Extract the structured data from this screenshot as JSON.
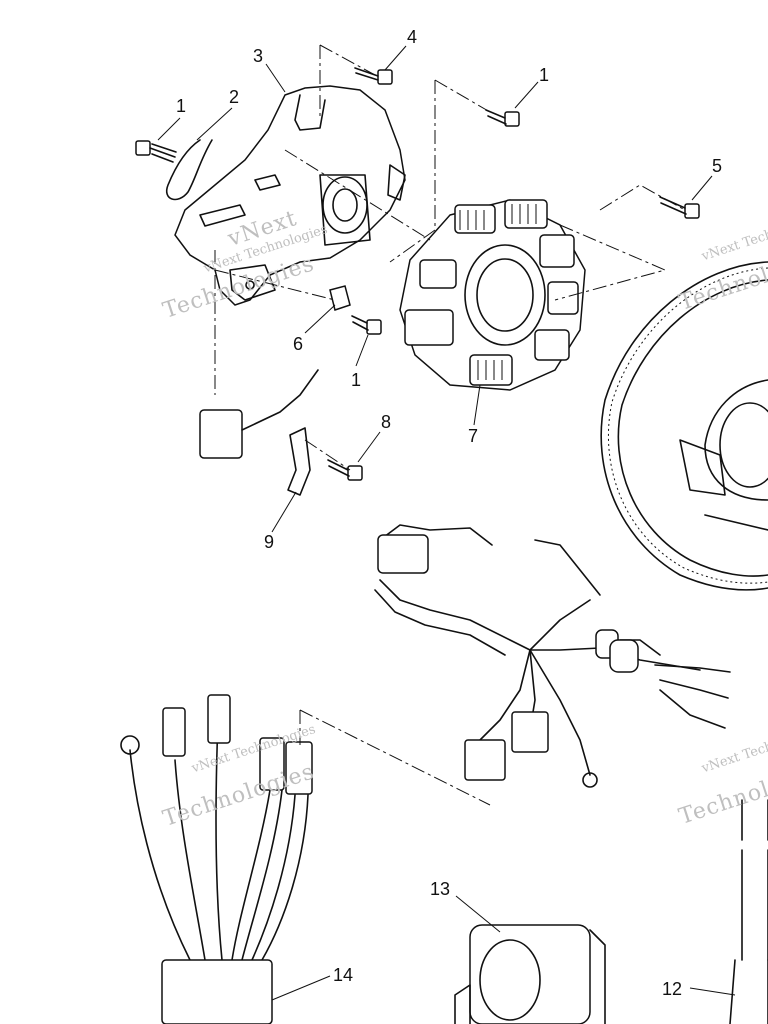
{
  "callouts": [
    {
      "label": "1"
    },
    {
      "label": "2"
    },
    {
      "label": "3"
    },
    {
      "label": "4"
    },
    {
      "label": "1"
    },
    {
      "label": "5"
    },
    {
      "label": "6"
    },
    {
      "label": "1"
    },
    {
      "label": "7"
    },
    {
      "label": "8"
    },
    {
      "label": "9"
    },
    {
      "label": "13"
    },
    {
      "label": "14"
    },
    {
      "label": "12"
    }
  ],
  "watermark": {
    "line1": "vNext Technologies",
    "line2": "Technologies",
    "line3": "vNext"
  }
}
